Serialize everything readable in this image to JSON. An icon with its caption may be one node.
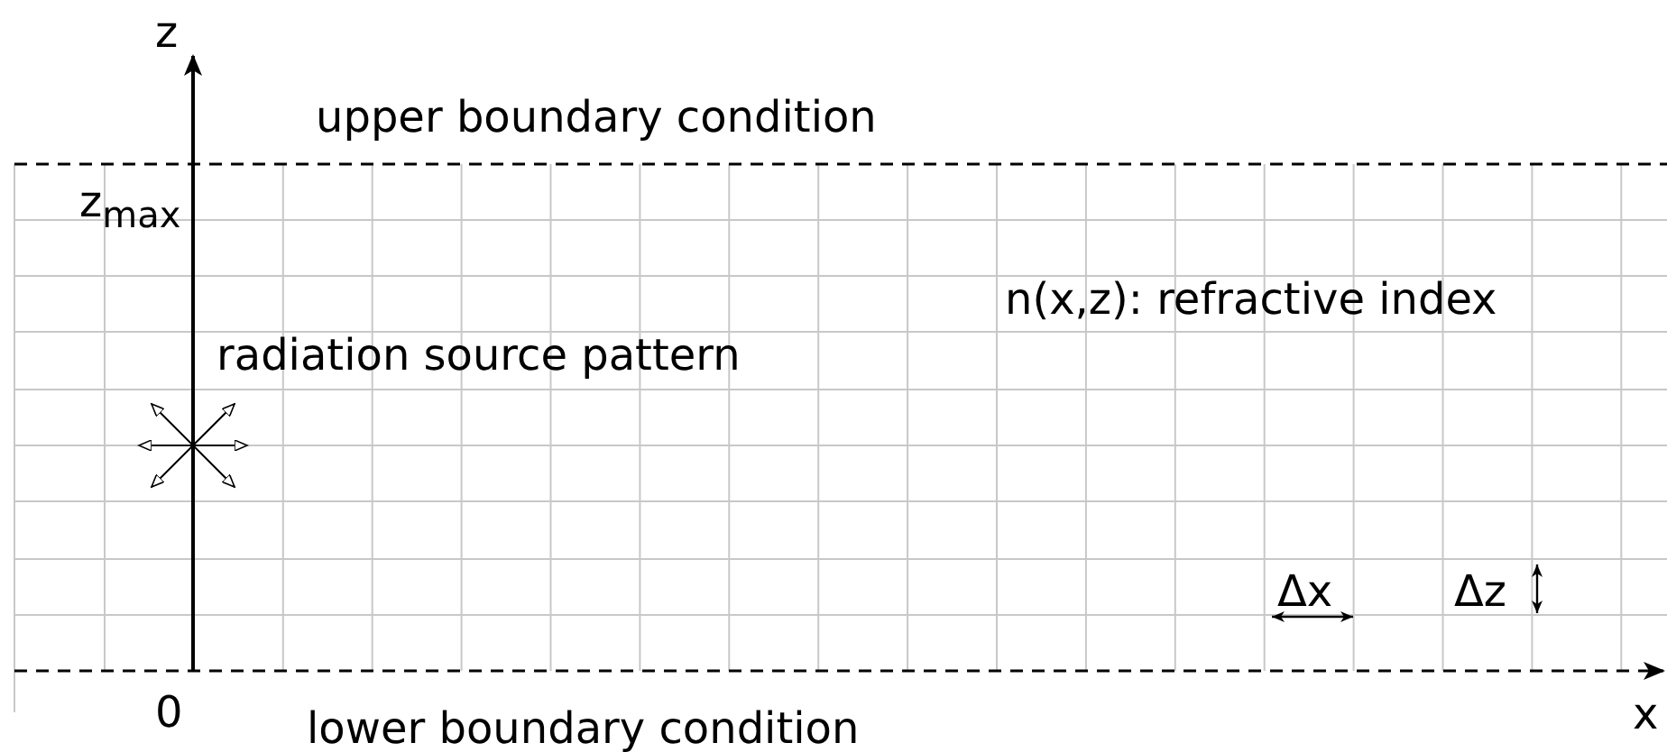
{
  "diagram": {
    "labels": [
      "z",
      "upper boundary condition",
      "z$_{max}$",
      "n(x,z): refractive index",
      "radiation source pattern",
      "Δx",
      "Δz",
      "0",
      "x",
      "lower boundary condition"
    ]
  }
}
